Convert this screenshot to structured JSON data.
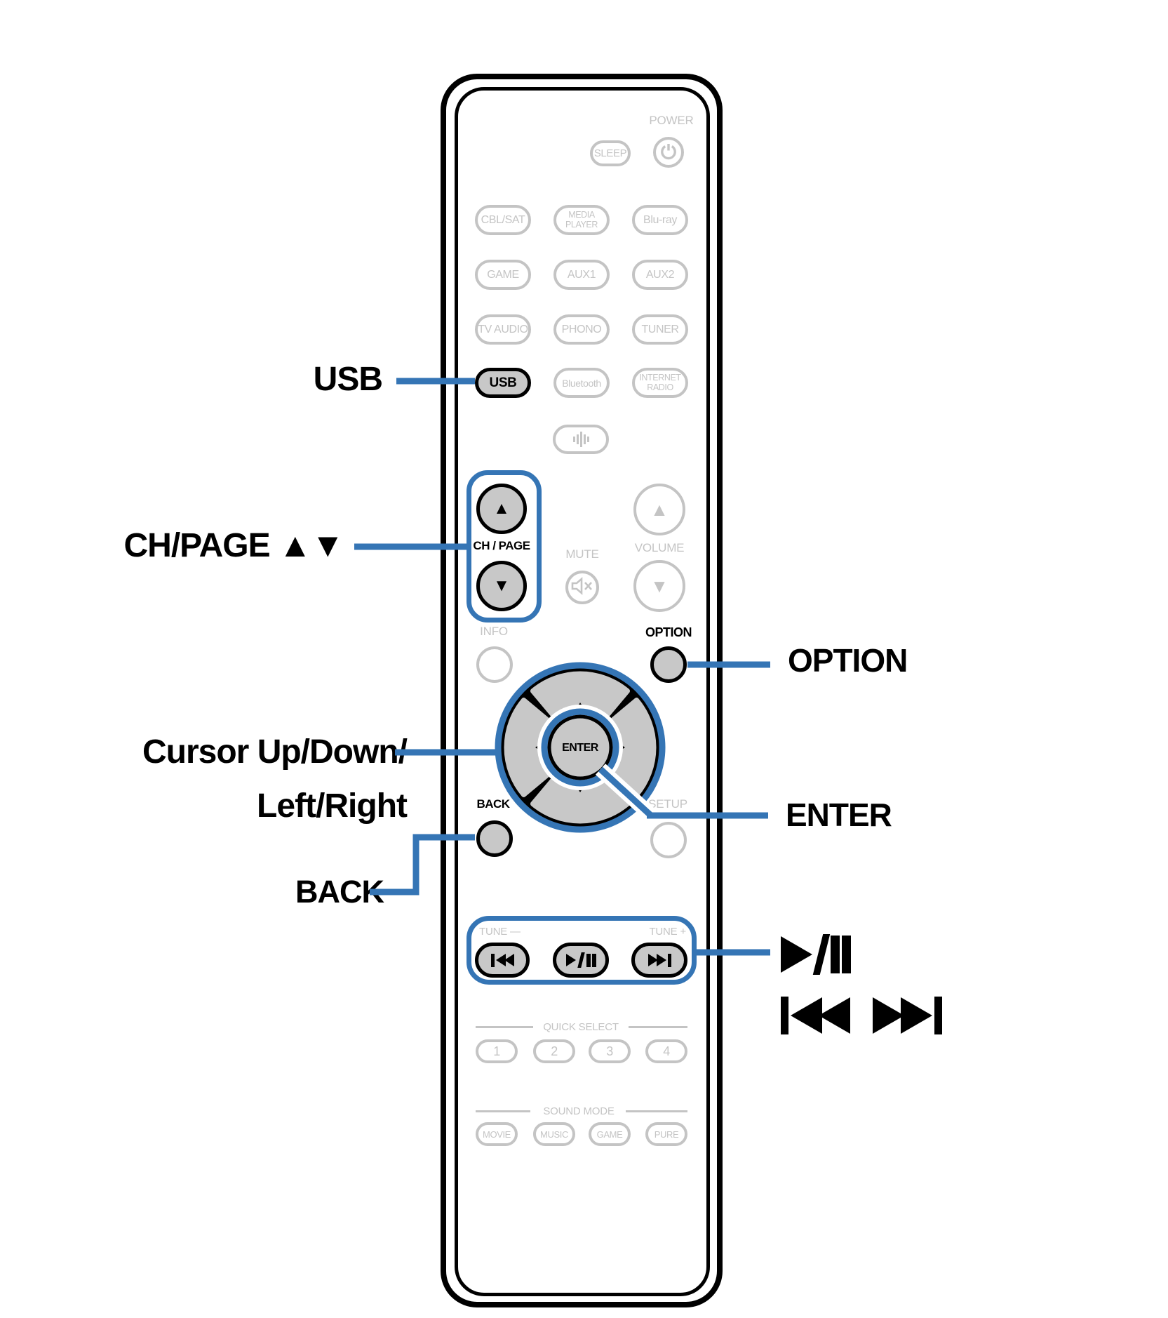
{
  "colors": {
    "accent_blue": "#3575b5",
    "inactive_gray": "#c4c4c4",
    "button_fill": "#c8c8c8",
    "black": "#000000"
  },
  "remote": {
    "power_label": "POWER",
    "sleep_button": "SLEEP",
    "source_buttons": {
      "cbl_sat": "CBL/SAT",
      "media_player": "MEDIA\nPLAYER",
      "blu_ray": "Blu-ray",
      "game": "GAME",
      "aux1": "AUX1",
      "aux2": "AUX2",
      "tv_audio": "TV AUDIO",
      "phono": "PHONO",
      "tuner": "TUNER",
      "usb": "USB",
      "bluetooth": "Bluetooth",
      "internet_radio": "INTERNET\nRADIO"
    },
    "ch_page_label": "CH / PAGE",
    "mute_label": "MUTE",
    "volume_label": "VOLUME",
    "info_label": "INFO",
    "option_label": "OPTION",
    "enter_button": "ENTER",
    "back_label": "BACK",
    "setup_label": "SETUP",
    "tune_minus": "TUNE —",
    "tune_plus": "TUNE +",
    "quick_select": {
      "header": "QUICK SELECT",
      "buttons": [
        "1",
        "2",
        "3",
        "4"
      ]
    },
    "sound_mode": {
      "header": "SOUND MODE",
      "buttons": [
        "MOVIE",
        "MUSIC",
        "GAME",
        "PURE"
      ]
    }
  },
  "icons": {
    "up_arrow": "▲",
    "down_arrow": "▼",
    "power_icon": "power-symbol",
    "mute_icon": "speaker-muted",
    "sound_wave_icon": "channel-level"
  },
  "callouts": {
    "usb": "USB",
    "ch_page": "CH/PAGE ▲▼",
    "cursor_line1": "Cursor Up/Down/",
    "cursor_line2": "Left/Right",
    "back": "BACK",
    "option": "OPTION",
    "enter": "ENTER",
    "play_pause": "▶/❙❙",
    "skip_back_forward": "❙◀◀ ▶▶❙"
  }
}
